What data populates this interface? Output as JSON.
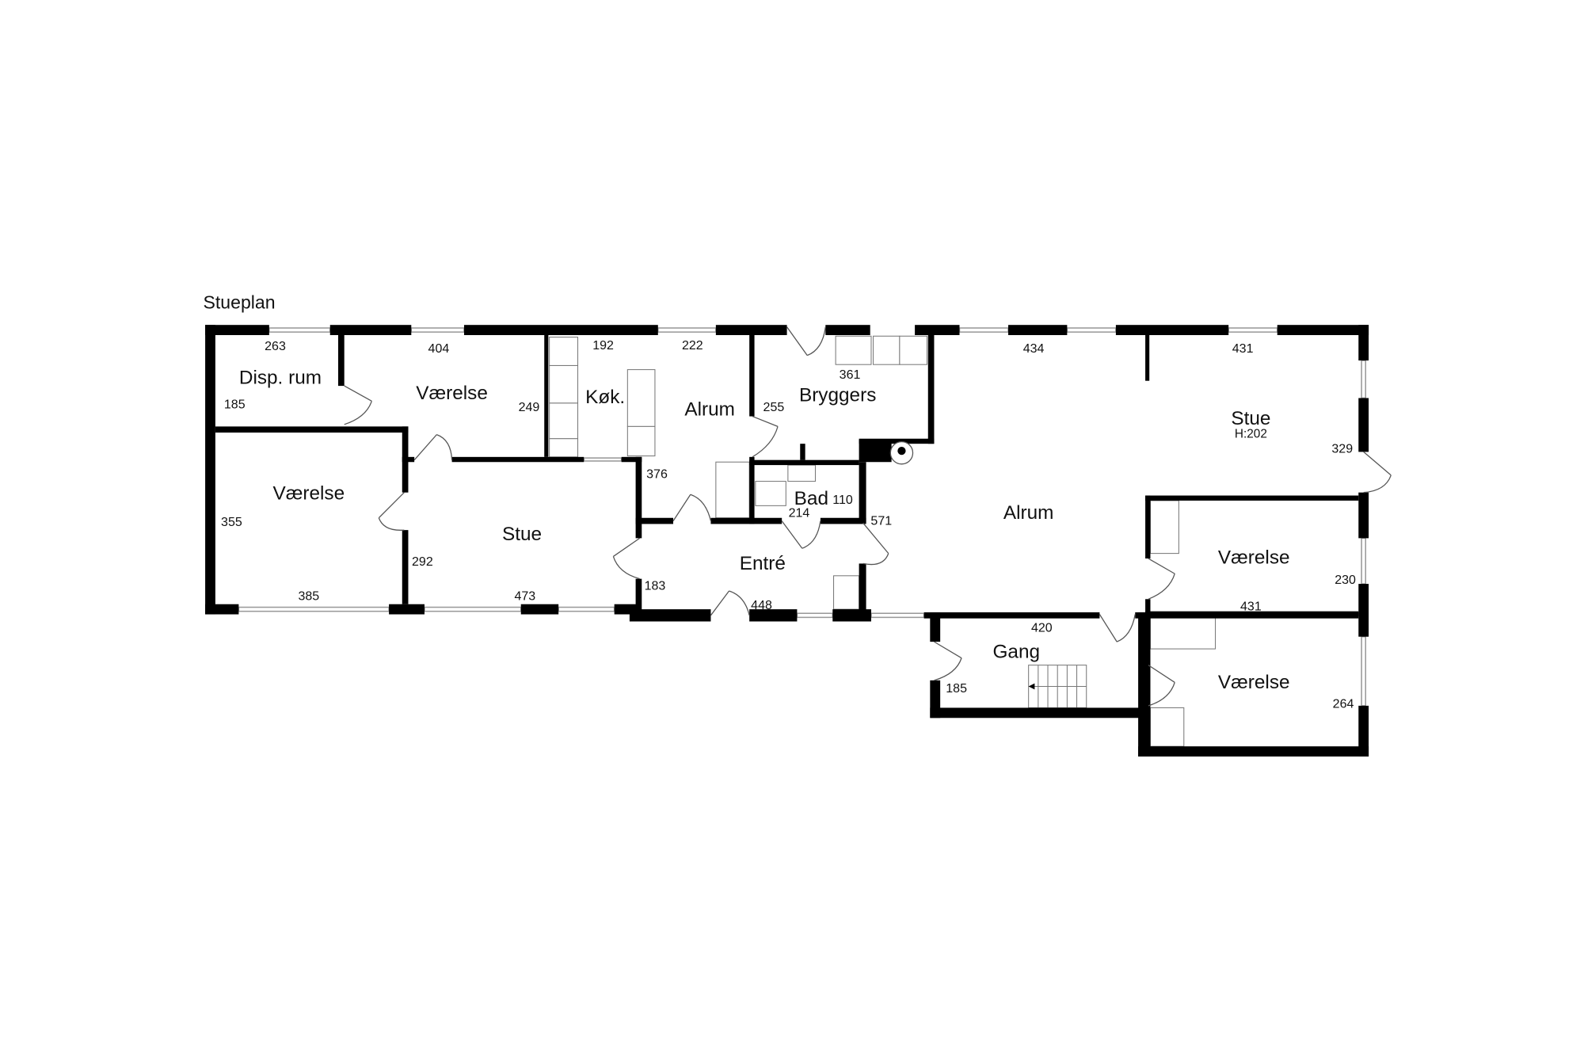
{
  "plan": {
    "title": "Stueplan",
    "rooms": [
      {
        "name": "Disp. rum",
        "dims": [
          "263",
          "185"
        ]
      },
      {
        "name": "Værelse",
        "dims": [
          "404",
          "249"
        ]
      },
      {
        "name": "Køk.",
        "dims": [
          "192"
        ]
      },
      {
        "name": "Alrum",
        "dims": [
          "222",
          "376"
        ]
      },
      {
        "name": "Bryggers",
        "dims": [
          "361",
          "255"
        ]
      },
      {
        "name": "Bad",
        "dims": [
          "110",
          "214"
        ]
      },
      {
        "name": "Værelse",
        "dims": [
          "355",
          "385"
        ]
      },
      {
        "name": "Stue",
        "dims": [
          "292",
          "473"
        ]
      },
      {
        "name": "Entré",
        "dims": [
          "183",
          "448"
        ]
      },
      {
        "name": "Alrum",
        "dims": [
          "434",
          "571"
        ]
      },
      {
        "name": "Stue",
        "sub": "H:202",
        "dims": [
          "431",
          "329"
        ]
      },
      {
        "name": "Værelse",
        "dims": [
          "230",
          "431"
        ]
      },
      {
        "name": "Gang",
        "dims": [
          "420",
          "185"
        ]
      },
      {
        "name": "Værelse",
        "dims": [
          "264"
        ]
      }
    ]
  }
}
